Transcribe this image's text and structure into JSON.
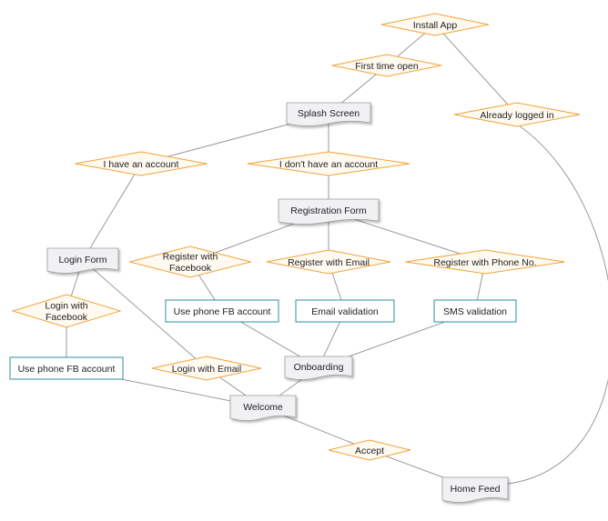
{
  "colors": {
    "decision_stroke": "#f3a33a",
    "decision_fill": "#fffaf0",
    "screen_stroke": "#9a9a9a",
    "screen_fill": "#f1f1f4",
    "action_stroke": "#2f8fa2",
    "action_fill": "#ffffff",
    "edge": "#9a9a9a"
  },
  "nodes": [
    {
      "id": "install",
      "type": "decision",
      "label": "Install App"
    },
    {
      "id": "first",
      "type": "decision",
      "label": "First time open"
    },
    {
      "id": "already",
      "type": "decision",
      "label": "Already logged in"
    },
    {
      "id": "splash",
      "type": "screen",
      "label": "Splash Screen"
    },
    {
      "id": "have",
      "type": "decision",
      "label": "I have an account"
    },
    {
      "id": "donthave",
      "type": "decision",
      "label": "I don't have an account"
    },
    {
      "id": "regform",
      "type": "screen",
      "label": "Registration Form"
    },
    {
      "id": "loginform",
      "type": "screen",
      "label": "Login Form"
    },
    {
      "id": "regfb",
      "type": "decision",
      "label": "Register with\nFacebook"
    },
    {
      "id": "regemail",
      "type": "decision",
      "label": "Register with Email"
    },
    {
      "id": "regphone",
      "type": "decision",
      "label": "Register with Phone No."
    },
    {
      "id": "usefb1",
      "type": "action",
      "label": "Use phone FB account"
    },
    {
      "id": "emailval",
      "type": "action",
      "label": "Email validation"
    },
    {
      "id": "smsval",
      "type": "action",
      "label": "SMS validation"
    },
    {
      "id": "loginfb",
      "type": "decision",
      "label": "Login with\nFacebook"
    },
    {
      "id": "usefb2",
      "type": "action",
      "label": "Use phone FB account"
    },
    {
      "id": "loginemail",
      "type": "decision",
      "label": "Login with Email"
    },
    {
      "id": "onboarding",
      "type": "screen",
      "label": "Onboarding"
    },
    {
      "id": "welcome",
      "type": "screen",
      "label": "Welcome"
    },
    {
      "id": "accept",
      "type": "decision",
      "label": "Accept"
    },
    {
      "id": "homefeed",
      "type": "screen",
      "label": "Home Feed"
    }
  ],
  "edges": [
    [
      "install",
      "first"
    ],
    [
      "install",
      "already"
    ],
    [
      "first",
      "splash"
    ],
    [
      "splash",
      "have"
    ],
    [
      "splash",
      "donthave"
    ],
    [
      "donthave",
      "regform"
    ],
    [
      "have",
      "loginform"
    ],
    [
      "regform",
      "regfb"
    ],
    [
      "regform",
      "regemail"
    ],
    [
      "regform",
      "regphone"
    ],
    [
      "regfb",
      "usefb1"
    ],
    [
      "regemail",
      "emailval"
    ],
    [
      "regphone",
      "smsval"
    ],
    [
      "usefb1",
      "onboarding"
    ],
    [
      "emailval",
      "onboarding"
    ],
    [
      "smsval",
      "onboarding"
    ],
    [
      "loginform",
      "loginfb"
    ],
    [
      "loginform",
      "loginemail"
    ],
    [
      "loginfb",
      "usefb2"
    ],
    [
      "usefb2",
      "welcome"
    ],
    [
      "loginemail",
      "welcome"
    ],
    [
      "onboarding",
      "welcome"
    ],
    [
      "welcome",
      "accept"
    ],
    [
      "accept",
      "homefeed"
    ],
    [
      "already",
      "homefeed"
    ]
  ]
}
